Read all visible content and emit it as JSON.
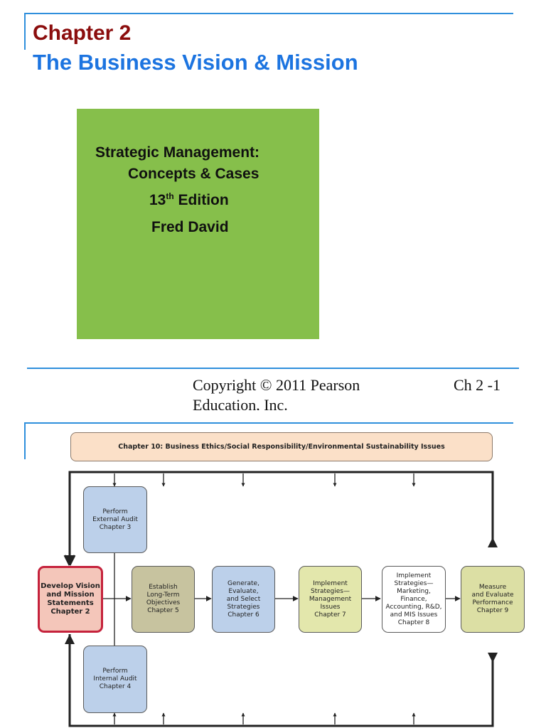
{
  "slide": {
    "chapter": "Chapter 2",
    "title": "The Business Vision & Mission",
    "book": {
      "line1": "Strategic Management:",
      "line2": "Concepts & Cases",
      "edition_num": "13",
      "edition_sup": "th",
      "edition_word": "Edition",
      "author": "Fred David"
    },
    "copyright_line1": "Copyright © 2011 Pearson",
    "copyright_line2": "Education, Inc.",
    "page": "Ch 2 -1"
  },
  "diagram": {
    "ethics": "Chapter 10: Business Ethics/Social Responsibility/Environmental Sustainability Issues",
    "external_audit": "Perform\nExternal Audit\nChapter 3",
    "internal_audit": "Perform\nInternal Audit\nChapter 4",
    "vision": "Develop Vision\nand Mission\nStatements\nChapter 2",
    "objectives": "Establish\nLong-Term\nObjectives\nChapter 5",
    "strategies": "Generate,\nEvaluate,\nand Select\nStrategies\nChapter 6",
    "implement_mgmt": "Implement\nStrategies—\nManagement\nIssues\nChapter 7",
    "implement_mkt": "Implement\nStrategies—\nMarketing,\nFinance,\nAccounting, R&D,\nand MIS Issues\nChapter 8",
    "measure": "Measure\nand Evaluate\nPerformance\nChapter 9",
    "colors": {
      "accent_rule": "#2f8fdc",
      "chapter_text": "#8b0d0d",
      "title_text": "#1c74e0",
      "book_bg": "#86bf4b",
      "vision_border": "#c5223c"
    }
  }
}
